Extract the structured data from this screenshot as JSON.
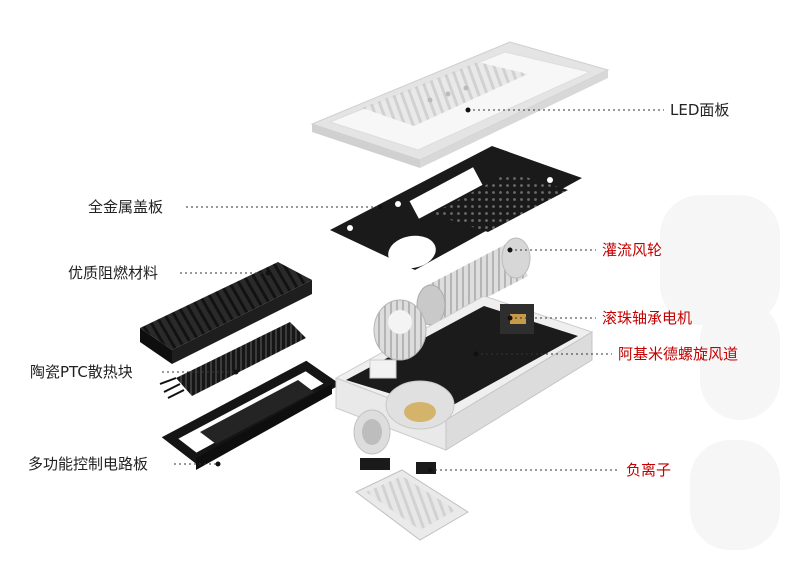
{
  "labels": {
    "led_panel": "LED面板",
    "metal_cover": "全金属盖板",
    "flame_retardant": "优质阻燃材料",
    "ptc_heatsink": "陶瓷PTC散热块",
    "control_board": "多功能控制电路板",
    "impeller": "灌流风轮",
    "motor": "滚珠轴承电机",
    "archimedes_duct": "阿基米德螺旋风道",
    "anion": "负离子"
  },
  "colors": {
    "left_label": "#222222",
    "right_label": "#c40000",
    "leader": "#333333",
    "part_dark": "#1c1c1c",
    "part_light": "#eeeeee"
  }
}
